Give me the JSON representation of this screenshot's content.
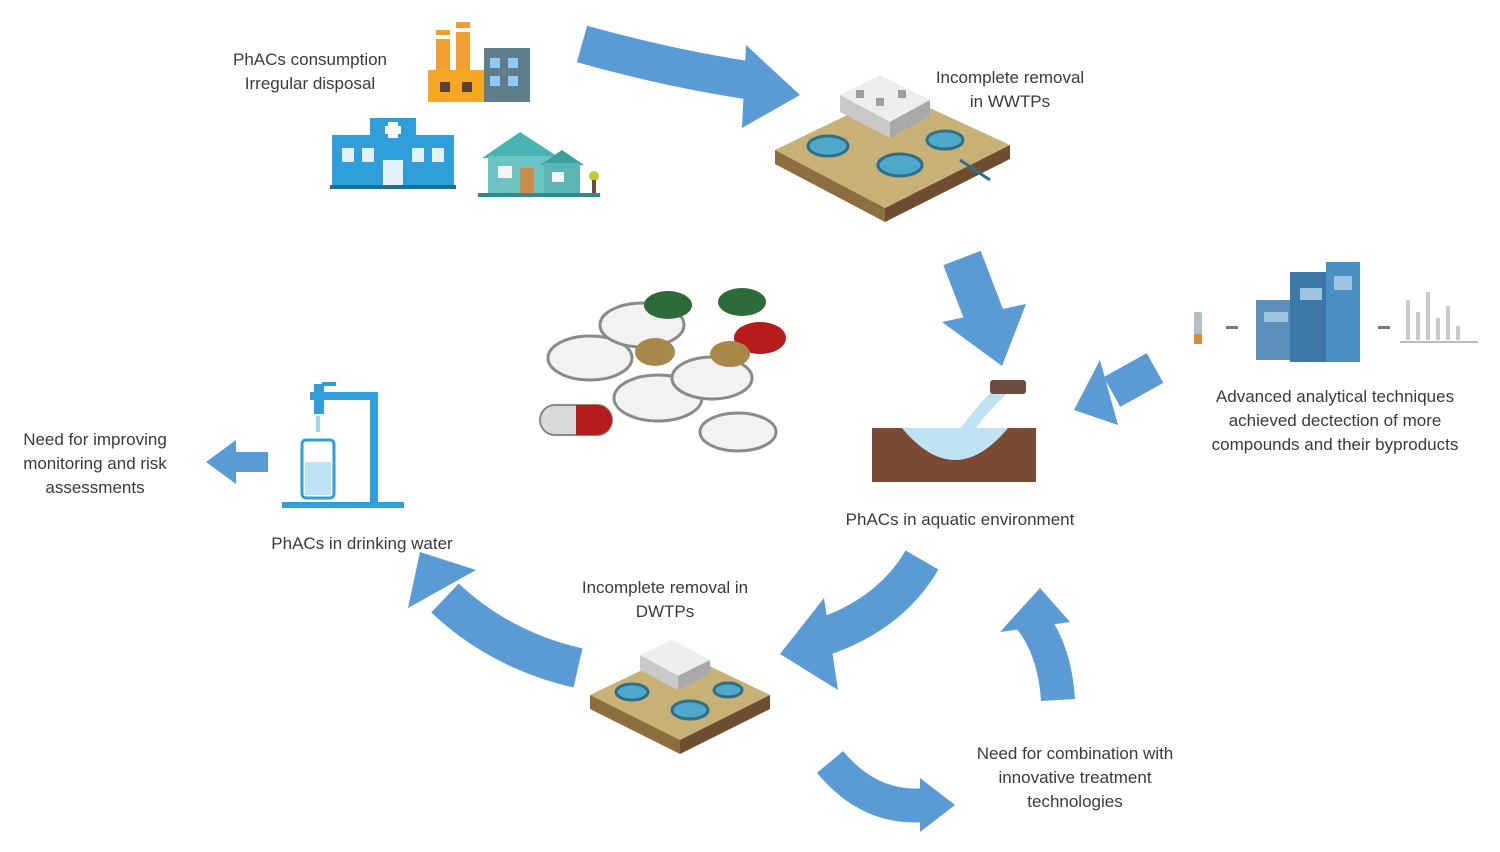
{
  "colors": {
    "arrow": "#5b9bd5",
    "building": "#2e9fd8",
    "soil": "#7a4a33",
    "water": "#bfe3f5",
    "capsule_red": "#b71c1c",
    "capsule_green": "#2e6b3a",
    "capsule_tan": "#a8884a"
  },
  "icons": {
    "sources": [
      "factory-icon",
      "hospital-icon",
      "house-icon"
    ],
    "wwtp": "treatment-plant-icon",
    "dwtp": "treatment-plant-icon",
    "pills": "pills-icon",
    "tap": "tap-water-icon",
    "environment": "water-pollution-icon",
    "analysis": "mass-spectrometer-icon"
  },
  "labels": {
    "sources": [
      "PhACs consumption",
      "Irregular disposal"
    ],
    "wwtp": [
      "Incomplete removal",
      "in WWTPs"
    ],
    "analysis": [
      "Advanced analytical techniques",
      "achieved dectection of more",
      "compounds and their byproducts"
    ],
    "environment": [
      "PhACs in aquatic environment"
    ],
    "dwtp": [
      "Incomplete removal in",
      "DWTPs"
    ],
    "drinking": [
      "PhACs in drinking water"
    ],
    "monitoring": [
      "Need for improving",
      "monitoring and risk",
      "assessments"
    ],
    "innovation": [
      "Need for combination with",
      "innovative treatment",
      "technologies"
    ]
  }
}
